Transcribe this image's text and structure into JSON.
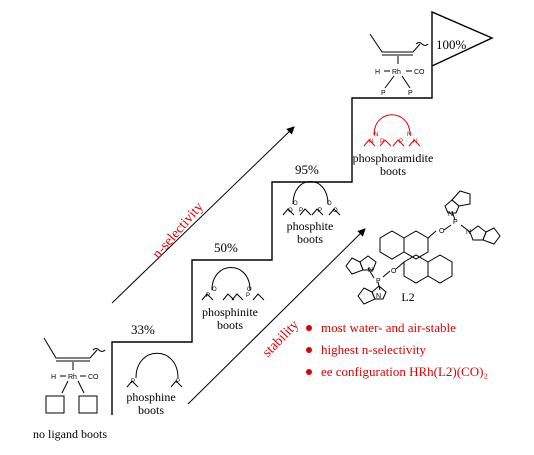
{
  "stages": [
    {
      "percent": "",
      "line1": "no ligand boots",
      "line2": ""
    },
    {
      "percent": "33%",
      "line1": "phosphine",
      "line2": "boots"
    },
    {
      "percent": "50%",
      "line1": "phosphinite",
      "line2": "boots"
    },
    {
      "percent": "95%",
      "line1": "phosphite",
      "line2": "boots"
    },
    {
      "percent": "100%",
      "line1": "phosphoramidite",
      "line2": "boots"
    }
  ],
  "arrows": {
    "n_selectivity": "n-selectivity",
    "stability": "stability"
  },
  "ligand_label": "L2",
  "bullets": [
    "most water- and air-stable",
    "highest n-selectivity",
    "ee configuration HRh(L2)(CO)₂"
  ],
  "chem_labels": {
    "hydride": "H",
    "rhodium": "Rh",
    "carbonyl": "CO",
    "phosphorus": "P",
    "oxygen": "O",
    "nitrogen": "N"
  },
  "colors": {
    "accent": "#e00000",
    "ink": "#000000"
  }
}
